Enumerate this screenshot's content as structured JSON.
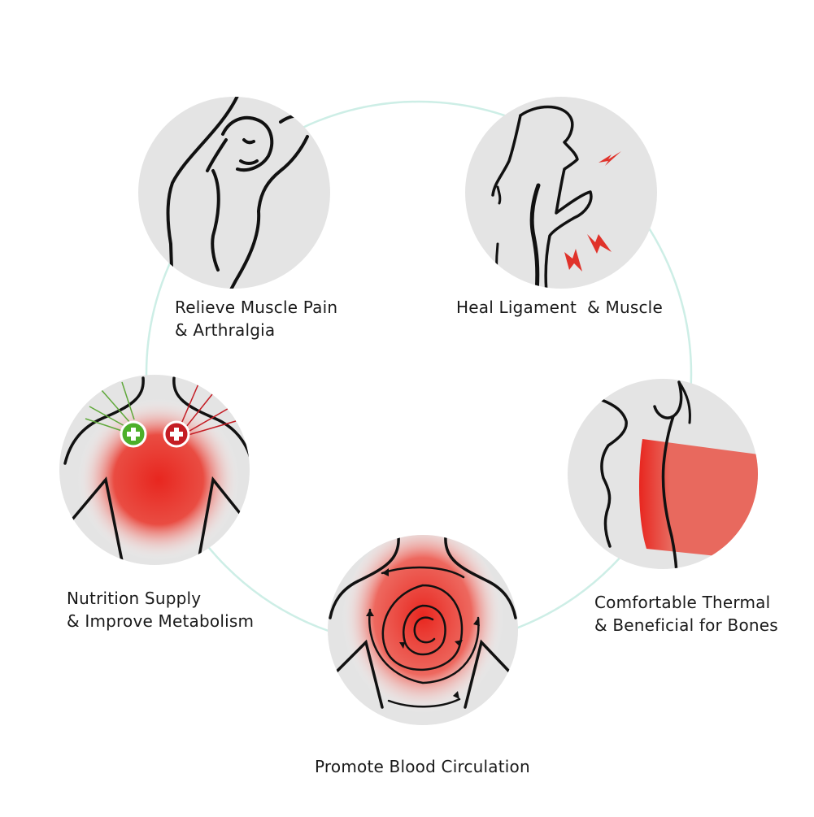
{
  "colors": {
    "ring": "#cdeee6",
    "circle_bg": "#e4e4e4",
    "outline": "#111111",
    "heat_red": "#e8261f",
    "band_red": "#e8695e",
    "plus_green": "#4caf2a",
    "plus_red": "#c41d24"
  },
  "benefits": [
    {
      "id": "muscle-pain",
      "icon": "woman-stretching-icon",
      "lines": [
        "Relieve Muscle Pain",
        "& Arthralgia"
      ]
    },
    {
      "id": "ligament",
      "icon": "woman-back-pain-icon",
      "lines": [
        "Heal Ligament  & Muscle"
      ]
    },
    {
      "id": "thermal",
      "icon": "lower-back-heat-band-icon",
      "lines": [
        "Comfortable Thermal",
        "& Beneficial for Bones"
      ]
    },
    {
      "id": "circulation",
      "icon": "back-circulation-arrows-icon",
      "lines": [
        "Promote Blood Circulation"
      ]
    },
    {
      "id": "nutrition",
      "icon": "shoulder-nutrition-icon",
      "lines": [
        "Nutrition Supply",
        "& Improve Metabolism"
      ]
    }
  ]
}
